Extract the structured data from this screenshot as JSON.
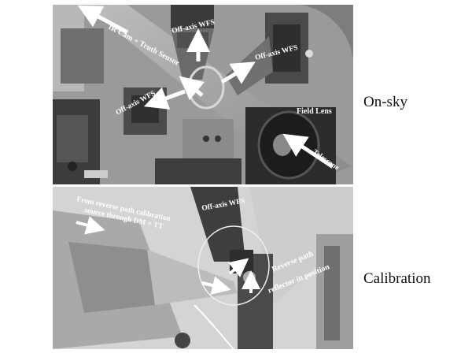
{
  "figure": {
    "panels": [
      {
        "id": "on-sky",
        "side_label": "On-sky",
        "annotations": {
          "ir_cam": "IR Cam + Truth Sensor",
          "wfs_top": "Off-axis WFS",
          "wfs_right": "Off-axis WFS",
          "wfs_left": "Off-axis WFS",
          "field_lens": "Field Lens",
          "telescope": "Telescope"
        }
      },
      {
        "id": "calibration",
        "side_label": "Calibration",
        "annotations": {
          "wfs": "Off-axis WFS",
          "source_line1": "From reverse path calibration",
          "source_line2": "source through DM + TT",
          "reflector_line1": "Reverse path",
          "reflector_line2": "reflector in position"
        }
      }
    ],
    "colors": {
      "arrow": "#ffffff",
      "hardware_dark": "#3a3a3a",
      "hardware_mid": "#7a7a7a",
      "background_light": "#d2d2d2"
    }
  }
}
